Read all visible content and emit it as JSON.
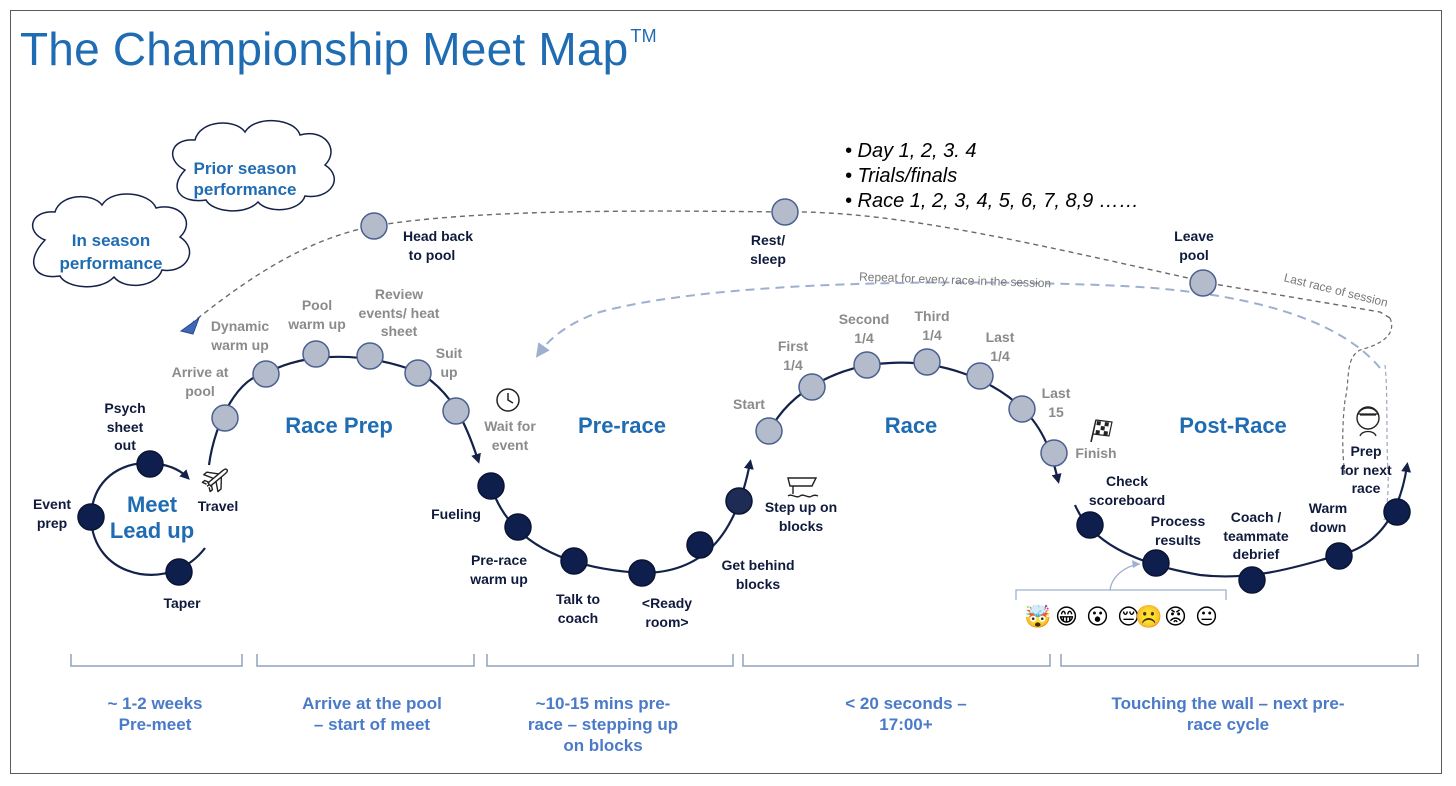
{
  "title": "The Championship Meet Map",
  "title_mark": "TM",
  "clouds": {
    "prior": [
      "Prior season",
      "performance"
    ],
    "inseason": [
      "In season",
      "performance"
    ]
  },
  "bullets": [
    "• Day 1, 2, 3. 4",
    "• Trials/finals",
    "• Race 1, 2, 3, 4, 5, 6, 7, 8,9 ……"
  ],
  "top_nodes": {
    "head_back": [
      "Head back",
      "to pool"
    ],
    "rest": [
      "Rest/",
      "sleep"
    ],
    "leave": [
      "Leave",
      "pool"
    ]
  },
  "arc_labels": {
    "repeat": "Repeat for every race in the session",
    "last_race": "Last race of session"
  },
  "phases": {
    "meet_lead_up": [
      "Meet",
      "Lead up"
    ],
    "race_prep": "Race Prep",
    "pre_race": "Pre-race",
    "race": "Race",
    "post_race": "Post-Race"
  },
  "lead_up_labels": {
    "psych": [
      "Psych",
      "sheet",
      "out"
    ],
    "event_prep": [
      "Event",
      "prep"
    ],
    "taper": "Taper",
    "travel": "Travel"
  },
  "race_prep_labels": {
    "arrive": [
      "Arrive at",
      "pool"
    ],
    "dynamic": [
      "Dynamic",
      "warm up"
    ],
    "pool_warm": [
      "Pool",
      "warm up"
    ],
    "review": [
      "Review",
      "events/ heat",
      "sheet"
    ],
    "suit": [
      "Suit",
      "up"
    ],
    "wait": [
      "Wait for",
      "event"
    ]
  },
  "pre_race_labels": {
    "fueling": "Fueling",
    "prerace_warm": [
      "Pre-race",
      "warm up"
    ],
    "talk": [
      "Talk to",
      "coach"
    ],
    "ready": [
      "<Ready",
      "room>"
    ],
    "behind": [
      "Get behind",
      "blocks"
    ],
    "step": [
      "Step up on",
      "blocks"
    ]
  },
  "race_labels": {
    "start": "Start",
    "first": [
      "First",
      "1/4"
    ],
    "second": [
      "Second",
      "1/4"
    ],
    "third": [
      "Third",
      "1/4"
    ],
    "last_q": [
      "Last",
      "1/4"
    ],
    "last15": [
      "Last",
      "15"
    ],
    "finish": "Finish"
  },
  "post_race_labels": {
    "check": [
      "Check",
      "scoreboard"
    ],
    "process": [
      "Process",
      "results"
    ],
    "coach": [
      "Coach /",
      "teammate",
      "debrief"
    ],
    "warm_down": [
      "Warm",
      "down"
    ],
    "prep_next": [
      "Prep",
      "for next",
      "race"
    ]
  },
  "emojis": [
    "🤯",
    "😁",
    "😮",
    "😔",
    "☹️",
    "😡",
    "😐"
  ],
  "timeline": {
    "t1": [
      "~ 1-2 weeks",
      "Pre-meet"
    ],
    "t2": [
      "Arrive at the pool",
      "– start of meet"
    ],
    "t3": [
      "~10-15 mins pre-",
      "race – stepping up",
      "on blocks"
    ],
    "t4": [
      "< 20 seconds –",
      "17:00+"
    ],
    "t5": [
      "Touching the wall – next pre-",
      "race cycle"
    ]
  },
  "colors": {
    "title": "#1f6cb3",
    "dark_node": "#0f1f4d",
    "grey_node": "#b4bccb",
    "line": "#14224a",
    "dashed_blue": "#8aa4c8",
    "dashed_grey": "#6a6a6a"
  }
}
